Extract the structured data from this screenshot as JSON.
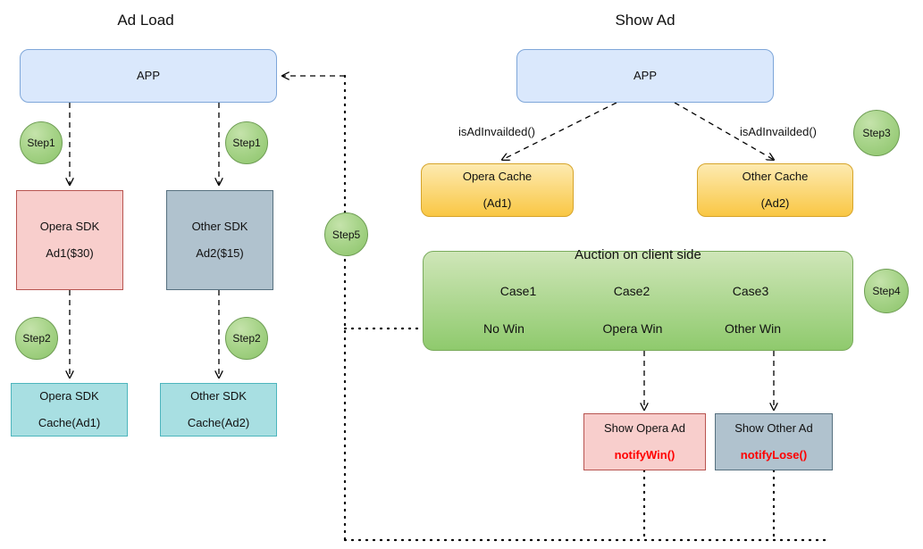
{
  "diagram": {
    "sections": [
      {
        "title": "Ad Load"
      },
      {
        "title": "Show Ad"
      }
    ],
    "colors": {
      "app_fill": "#dae8fc",
      "opera_fill": "#f8cecc",
      "other_fill": "#b0c2ce",
      "cache_fill": "#a8dfe2",
      "yellow_fill": "#f9c744",
      "auction_fill": "#8fca6d",
      "step_fill": "#8cc46a",
      "notify_text": "#ff0000"
    },
    "ad_load": {
      "app_label": "APP",
      "opera_sdk": {
        "line1": "Opera SDK",
        "line2": "Ad1($30)"
      },
      "other_sdk": {
        "line1": "Other SDK",
        "line2": "Ad2($15)"
      },
      "opera_cache": {
        "line1": "Opera SDK",
        "line2": "Cache(Ad1)"
      },
      "other_cache": {
        "line1": "Other SDK",
        "line2": "Cache(Ad2)"
      },
      "steps": {
        "step1_left": "Step1",
        "step1_right": "Step1",
        "step2_left": "Step2",
        "step2_right": "Step2"
      }
    },
    "show_ad": {
      "app_label": "APP",
      "edge_labels": {
        "left": "isAdInvailded()",
        "right": "isAdInvailded()"
      },
      "opera_cache": {
        "line1": "Opera Cache",
        "line2": "(Ad1)"
      },
      "other_cache": {
        "line1": "Other Cache",
        "line2": "(Ad2)"
      },
      "auction": {
        "header": "Auction on client side",
        "cases": [
          "Case1",
          "Case2",
          "Case3"
        ],
        "outcomes": [
          "No Win",
          "Opera  Win",
          "Other Win"
        ]
      },
      "show_opera": {
        "line1": "Show Opera Ad",
        "line2": "notifyWin()"
      },
      "show_other": {
        "line1": "Show Other Ad",
        "line2": "notifyLose()"
      },
      "steps": {
        "step3": "Step3",
        "step4": "Step4"
      }
    },
    "step5": "Step5"
  }
}
